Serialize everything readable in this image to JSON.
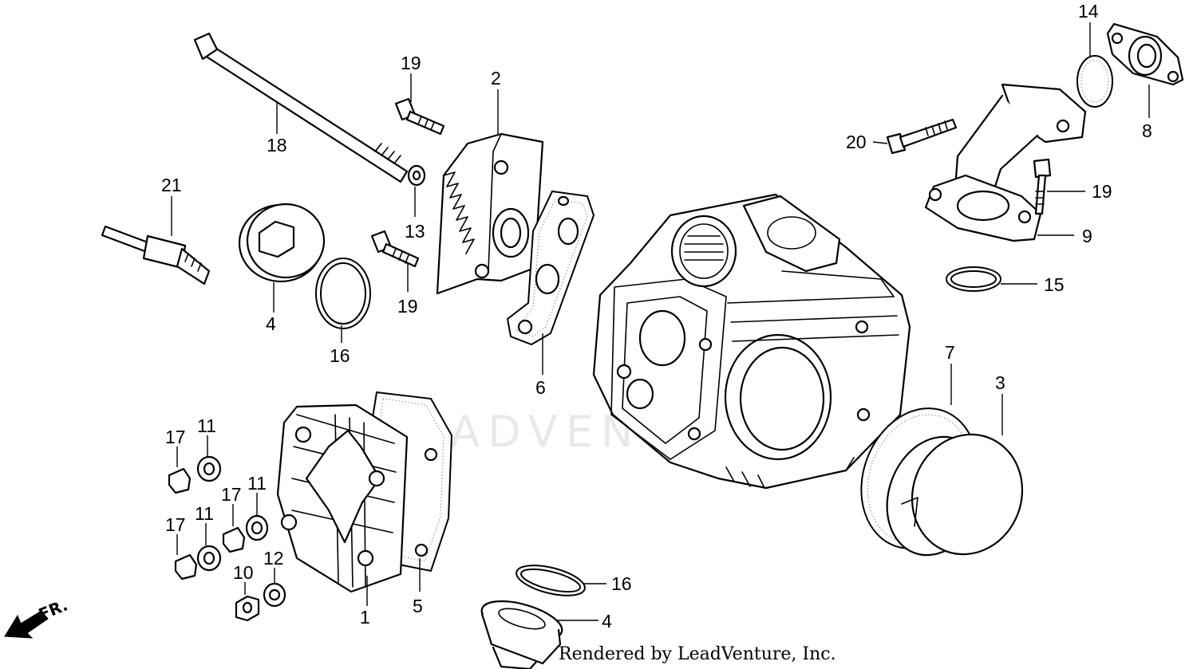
{
  "watermark": "LEADVENTURE",
  "credit": "Rendered by LeadVenture, Inc.",
  "direction_label": "FR.",
  "callouts": {
    "c1": "1",
    "c2": "2",
    "c3": "3",
    "c4a": "4",
    "c4b": "4",
    "c5": "5",
    "c6": "6",
    "c7": "7",
    "c8": "8",
    "c9": "9",
    "c10": "10",
    "c11a": "11",
    "c11b": "11",
    "c11c": "11",
    "c12": "12",
    "c13": "13",
    "c14": "14",
    "c15": "15",
    "c16a": "16",
    "c16b": "16",
    "c17a": "17",
    "c17b": "17",
    "c17c": "17",
    "c18": "18",
    "c19a": "19",
    "c19b": "19",
    "c19c": "19",
    "c20": "20",
    "c21": "21"
  }
}
